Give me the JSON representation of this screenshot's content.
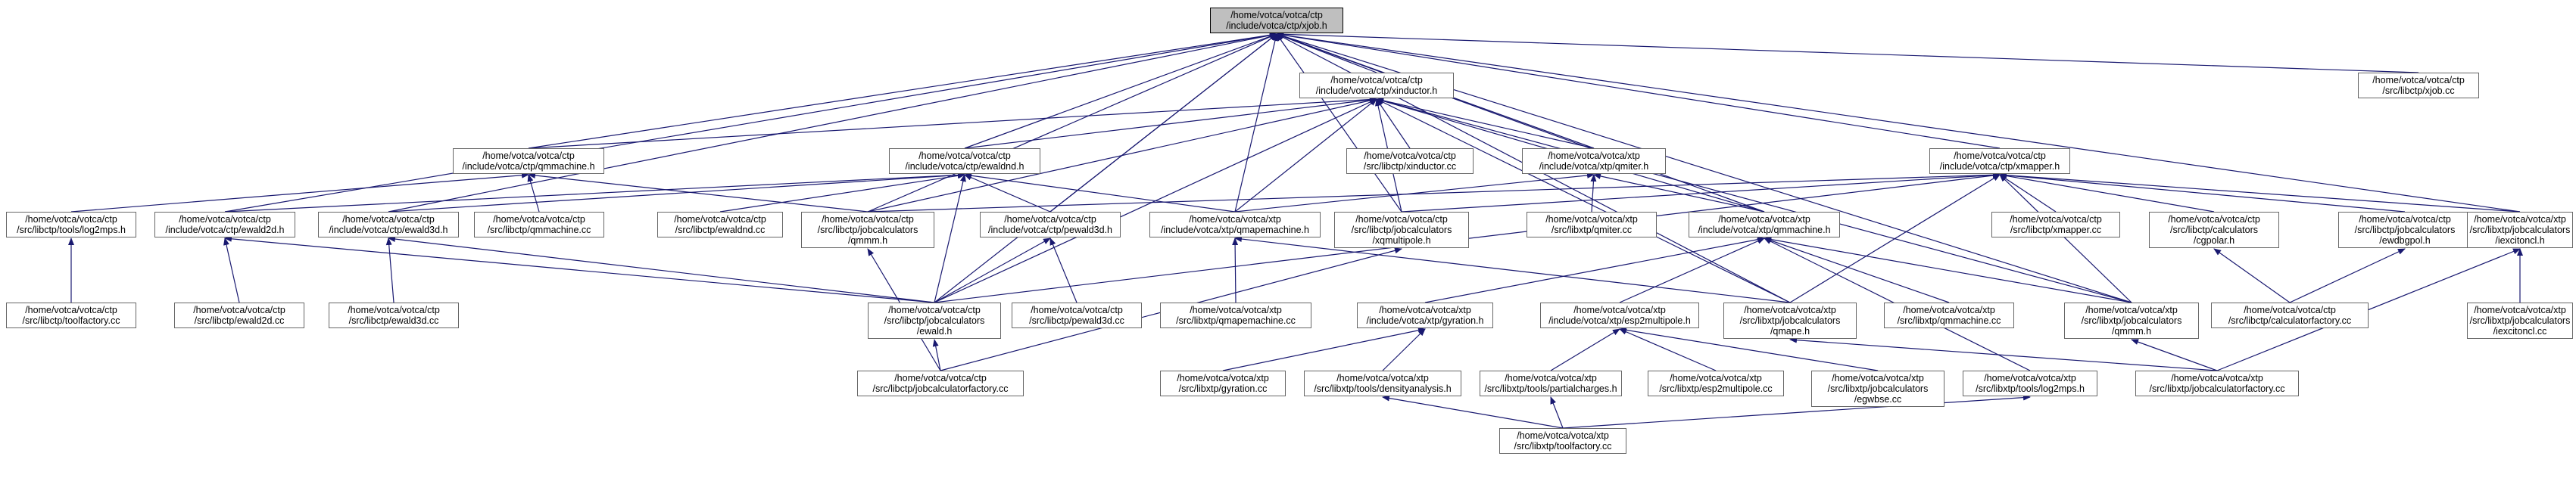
{
  "graph": {
    "nodes": [
      {
        "id": "xjob",
        "label": [
          "/home/votca/votca/ctp",
          "/include/votca/ctp/xjob.h"
        ],
        "root": true
      },
      {
        "id": "xjobcc",
        "label": [
          "/home/votca/votca/ctp",
          "/src/libctp/xjob.cc"
        ]
      },
      {
        "id": "xinductor",
        "label": [
          "/home/votca/votca/ctp",
          "/include/votca/ctp/xinductor.h"
        ]
      },
      {
        "id": "qmmachine",
        "label": [
          "/home/votca/votca/ctp",
          "/include/votca/ctp/qmmachine.h"
        ]
      },
      {
        "id": "ewaldnd",
        "label": [
          "/home/votca/votca/ctp",
          "/include/votca/ctp/ewaldnd.h"
        ]
      },
      {
        "id": "xqmiter",
        "label": [
          "/home/votca/votca/xtp",
          "/include/votca/xtp/qmiter.h"
        ]
      },
      {
        "id": "xinductorcc",
        "label": [
          "/home/votca/votca/ctp",
          "/src/libctp/xinductor.cc"
        ]
      },
      {
        "id": "xmapper",
        "label": [
          "/home/votca/votca/ctp",
          "/include/votca/ctp/xmapper.h"
        ]
      },
      {
        "id": "log2mps",
        "label": [
          "/home/votca/votca/ctp",
          "/src/libctp/tools/log2mps.h"
        ]
      },
      {
        "id": "ewald2d",
        "label": [
          "/home/votca/votca/ctp",
          "/include/votca/ctp/ewald2d.h"
        ]
      },
      {
        "id": "ewald3d",
        "label": [
          "/home/votca/votca/ctp",
          "/include/votca/ctp/ewald3d.h"
        ]
      },
      {
        "id": "qmmachinecc",
        "label": [
          "/home/votca/votca/ctp",
          "/src/libctp/qmmachine.cc"
        ]
      },
      {
        "id": "ewaldndcc",
        "label": [
          "/home/votca/votca/ctp",
          "/src/libctp/ewaldnd.cc"
        ]
      },
      {
        "id": "ctpqmmm",
        "label": [
          "/home/votca/votca/ctp",
          "/src/libctp/jobcalculators",
          "/qmmm.h"
        ]
      },
      {
        "id": "pewald3d",
        "label": [
          "/home/votca/votca/ctp",
          "/include/votca/ctp/pewald3d.h"
        ]
      },
      {
        "id": "qmapemachine",
        "label": [
          "/home/votca/votca/xtp",
          "/include/votca/xtp/qmapemachine.h"
        ]
      },
      {
        "id": "xqmultipole",
        "label": [
          "/home/votca/votca/ctp",
          "/src/libctp/jobcalculators",
          "/xqmultipole.h"
        ]
      },
      {
        "id": "qmitercc",
        "label": [
          "/home/votca/votca/xtp",
          "/src/libxtp/qmiter.cc"
        ]
      },
      {
        "id": "xtpqmmachine",
        "label": [
          "/home/votca/votca/xtp",
          "/include/votca/xtp/qmmachine.h"
        ]
      },
      {
        "id": "xmappercc",
        "label": [
          "/home/votca/votca/ctp",
          "/src/libctp/xmapper.cc"
        ]
      },
      {
        "id": "cgpolar",
        "label": [
          "/home/votca/votca/ctp",
          "/src/libctp/calculators",
          "/cgpolar.h"
        ]
      },
      {
        "id": "ewdbgpol",
        "label": [
          "/home/votca/votca/ctp",
          "/src/libctp/jobcalculators",
          "/ewdbgpol.h"
        ]
      },
      {
        "id": "iexcitoncl",
        "label": [
          "/home/votca/votca/xtp",
          "/src/libxtp/jobcalculators",
          "/iexcitoncl.h"
        ]
      },
      {
        "id": "ctptoolfactory",
        "label": [
          "/home/votca/votca/ctp",
          "/src/libctp/toolfactory.cc"
        ]
      },
      {
        "id": "ewald2dcc",
        "label": [
          "/home/votca/votca/ctp",
          "/src/libctp/ewald2d.cc"
        ]
      },
      {
        "id": "ewald3dcc",
        "label": [
          "/home/votca/votca/ctp",
          "/src/libctp/ewald3d.cc"
        ]
      },
      {
        "id": "ewaldh",
        "label": [
          "/home/votca/votca/ctp",
          "/src/libctp/jobcalculators",
          "/ewald.h"
        ]
      },
      {
        "id": "pewald3dcc",
        "label": [
          "/home/votca/votca/ctp",
          "/src/libctp/pewald3d.cc"
        ]
      },
      {
        "id": "qmapemachinecc",
        "label": [
          "/home/votca/votca/xtp",
          "/src/libxtp/qmapemachine.cc"
        ]
      },
      {
        "id": "gyration",
        "label": [
          "/home/votca/votca/xtp",
          "/include/votca/xtp/gyration.h"
        ]
      },
      {
        "id": "esp2multipole",
        "label": [
          "/home/votca/votca/xtp",
          "/include/votca/xtp/esp2multipole.h"
        ]
      },
      {
        "id": "qmape",
        "label": [
          "/home/votca/votca/xtp",
          "/src/libxtp/jobcalculators",
          "/qmape.h"
        ]
      },
      {
        "id": "xtpqmmachinecc",
        "label": [
          "/home/votca/votca/xtp",
          "/src/libxtp/qmmachine.cc"
        ]
      },
      {
        "id": "xtpqmmm",
        "label": [
          "/home/votca/votca/xtp",
          "/src/libxtp/jobcalculators",
          "/qmmm.h"
        ]
      },
      {
        "id": "ctpcalcfactory",
        "label": [
          "/home/votca/votca/ctp",
          "/src/libctp/calculatorfactory.cc"
        ]
      },
      {
        "id": "iexcitonclcc",
        "label": [
          "/home/votca/votca/xtp",
          "/src/libxtp/jobcalculators",
          "/iexcitoncl.cc"
        ]
      },
      {
        "id": "ctpjobcalcfactory",
        "label": [
          "/home/votca/votca/ctp",
          "/src/libctp/jobcalculatorfactory.cc"
        ]
      },
      {
        "id": "gyrationcc",
        "label": [
          "/home/votca/votca/xtp",
          "/src/libxtp/gyration.cc"
        ]
      },
      {
        "id": "densityanalysis",
        "label": [
          "/home/votca/votca/xtp",
          "/src/libxtp/tools/densityanalysis.h"
        ]
      },
      {
        "id": "partialcharges",
        "label": [
          "/home/votca/votca/xtp",
          "/src/libxtp/tools/partialcharges.h"
        ]
      },
      {
        "id": "esp2multipolecc",
        "label": [
          "/home/votca/votca/xtp",
          "/src/libxtp/esp2multipole.cc"
        ]
      },
      {
        "id": "egwbse",
        "label": [
          "/home/votca/votca/xtp",
          "/src/libxtp/jobcalculators",
          "/egwbse.cc"
        ]
      },
      {
        "id": "xtplog2mps",
        "label": [
          "/home/votca/votca/xtp",
          "/src/libxtp/tools/log2mps.h"
        ]
      },
      {
        "id": "xtpjobcalcfactory",
        "label": [
          "/home/votca/votca/xtp",
          "/src/libxtp/jobcalculatorfactory.cc"
        ]
      },
      {
        "id": "xtptoolfactory",
        "label": [
          "/home/votca/votca/xtp",
          "/src/libxtp/toolfactory.cc"
        ]
      }
    ],
    "edges": [
      [
        "xinductor",
        "xjob"
      ],
      [
        "qmmachine",
        "xjob"
      ],
      [
        "ewaldnd",
        "xjob"
      ],
      [
        "xqmiter",
        "xjob"
      ],
      [
        "xmapper",
        "xjob"
      ],
      [
        "xjobcc",
        "xjob"
      ],
      [
        "ewald2d",
        "xjob"
      ],
      [
        "ewald3d",
        "xjob"
      ],
      [
        "ctpqmmm",
        "xjob"
      ],
      [
        "pewald3d",
        "xjob"
      ],
      [
        "qmapemachine",
        "xjob"
      ],
      [
        "xqmultipole",
        "xjob"
      ],
      [
        "xtpqmmachine",
        "xjob"
      ],
      [
        "ewaldh",
        "xjob"
      ],
      [
        "qmape",
        "xjob"
      ],
      [
        "xtpqmmm",
        "xjob"
      ],
      [
        "iexcitoncl",
        "xjob"
      ],
      [
        "qmmachine",
        "xinductor"
      ],
      [
        "ewaldnd",
        "xinductor"
      ],
      [
        "xqmiter",
        "xinductor"
      ],
      [
        "xinductorcc",
        "xinductor"
      ],
      [
        "ctpqmmm",
        "xinductor"
      ],
      [
        "qmapemachine",
        "xinductor"
      ],
      [
        "xqmultipole",
        "xinductor"
      ],
      [
        "xtpqmmachine",
        "xinductor"
      ],
      [
        "ewaldh",
        "xinductor"
      ],
      [
        "qmape",
        "xinductor"
      ],
      [
        "xtpqmmm",
        "xinductor"
      ],
      [
        "log2mps",
        "qmmachine"
      ],
      [
        "qmmachinecc",
        "qmmachine"
      ],
      [
        "ctpqmmm",
        "qmmachine"
      ],
      [
        "ewald2d",
        "ewaldnd"
      ],
      [
        "ewald3d",
        "ewaldnd"
      ],
      [
        "ewaldndcc",
        "ewaldnd"
      ],
      [
        "pewald3d",
        "ewaldnd"
      ],
      [
        "qmapemachine",
        "ewaldnd"
      ],
      [
        "ewaldh",
        "ewaldnd"
      ],
      [
        "qmitercc",
        "xqmiter"
      ],
      [
        "xtpqmmachine",
        "xqmiter"
      ],
      [
        "qmapemachine",
        "xqmiter"
      ],
      [
        "xmappercc",
        "xmapper"
      ],
      [
        "cgpolar",
        "xmapper"
      ],
      [
        "ewdbgpol",
        "xmapper"
      ],
      [
        "xtpqmmm",
        "xmapper"
      ],
      [
        "iexcitoncl",
        "xmapper"
      ],
      [
        "qmape",
        "xmapper"
      ],
      [
        "ctpqmmm",
        "xmapper"
      ],
      [
        "xqmultipole",
        "xmapper"
      ],
      [
        "ewaldh",
        "xmapper"
      ],
      [
        "ctptoolfactory",
        "log2mps"
      ],
      [
        "ewald2dcc",
        "ewald2d"
      ],
      [
        "ewaldh",
        "ewald2d"
      ],
      [
        "ewald3dcc",
        "ewald3d"
      ],
      [
        "ewaldh",
        "ewald3d"
      ],
      [
        "ctpjobcalcfactory",
        "ctpqmmm"
      ],
      [
        "pewald3dcc",
        "pewald3d"
      ],
      [
        "ewaldh",
        "pewald3d"
      ],
      [
        "qmapemachinecc",
        "qmapemachine"
      ],
      [
        "qmape",
        "qmapemachine"
      ],
      [
        "ctpjobcalcfactory",
        "xqmultipole"
      ],
      [
        "gyration",
        "xtpqmmachine"
      ],
      [
        "esp2multipole",
        "xtpqmmachine"
      ],
      [
        "xtpqmmachinecc",
        "xtpqmmachine"
      ],
      [
        "xtpqmmm",
        "xtpqmmachine"
      ],
      [
        "xtplog2mps",
        "xtpqmmachine"
      ],
      [
        "ctpcalcfactory",
        "cgpolar"
      ],
      [
        "ctpcalcfactory",
        "ewdbgpol"
      ],
      [
        "iexcitonclcc",
        "iexcitoncl"
      ],
      [
        "xtpjobcalcfactory",
        "iexcitoncl"
      ],
      [
        "ctpjobcalcfactory",
        "ewaldh"
      ],
      [
        "xtpjobcalcfactory",
        "qmape"
      ],
      [
        "xtpjobcalcfactory",
        "xtpqmmm"
      ],
      [
        "gyrationcc",
        "gyration"
      ],
      [
        "densityanalysis",
        "gyration"
      ],
      [
        "xtptoolfactory",
        "densityanalysis"
      ],
      [
        "partialcharges",
        "esp2multipole"
      ],
      [
        "esp2multipolecc",
        "esp2multipole"
      ],
      [
        "egwbse",
        "esp2multipole"
      ],
      [
        "xtptoolfactory",
        "partialcharges"
      ],
      [
        "xtptoolfactory",
        "xtplog2mps"
      ]
    ]
  }
}
